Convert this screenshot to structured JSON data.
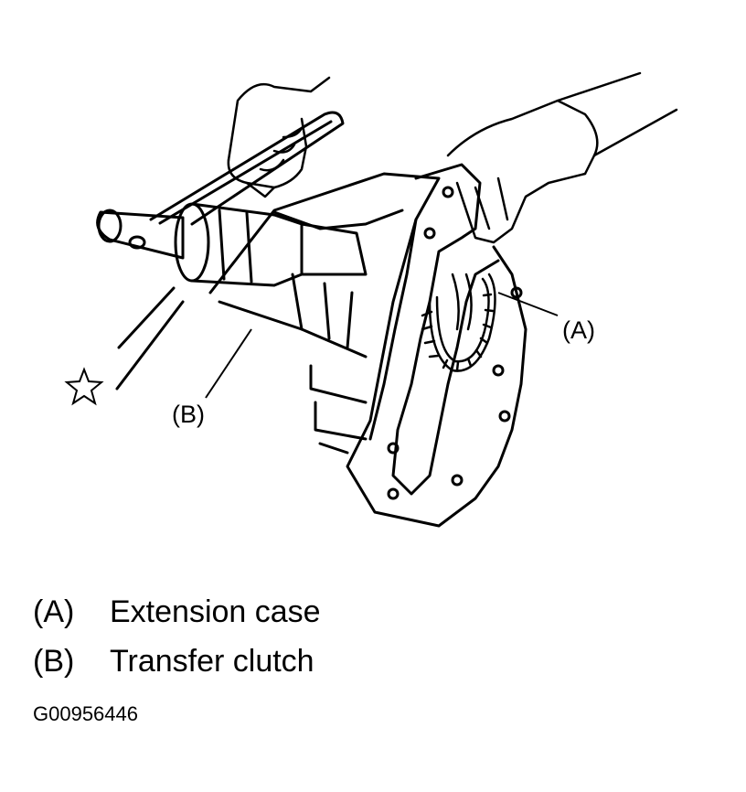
{
  "callouts": {
    "a": "(A)",
    "b": "(B)"
  },
  "legend": [
    {
      "key": "(A)",
      "text": "Extension case"
    },
    {
      "key": "(B)",
      "text": "Transfer clutch"
    }
  ],
  "figure_id": "G00956446",
  "icons": [
    "star-icon"
  ],
  "colors": {
    "ink": "#000000",
    "paper": "#ffffff"
  }
}
